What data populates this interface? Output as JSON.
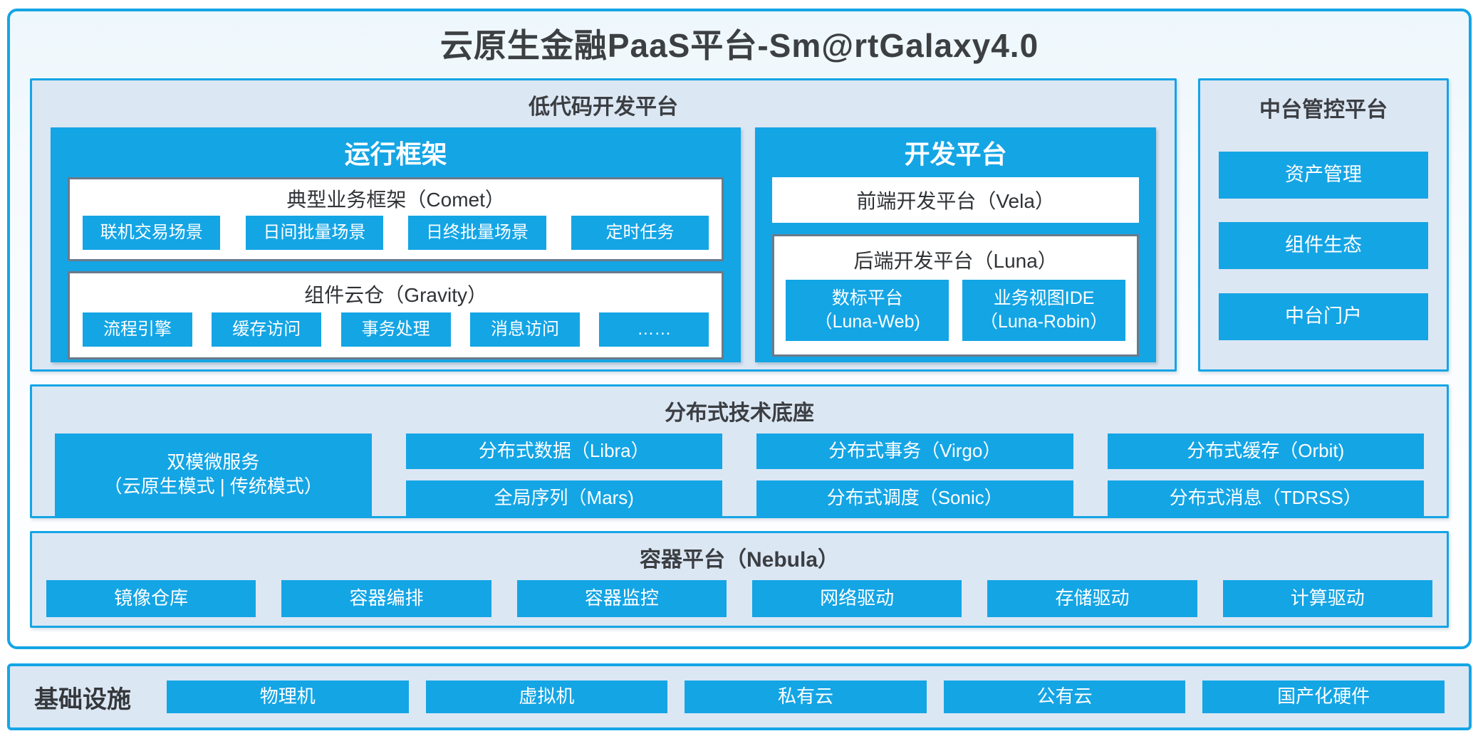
{
  "title": "云原生金融PaaS平台-Sm@rtGalaxy4.0",
  "colors": {
    "accent_blue": "#14a5e5",
    "panel_background": "#dce7f4",
    "white_box_border": "#6b7a8a",
    "dark_text": "#3b3e42"
  },
  "lowcode": {
    "title": "低代码开发平台",
    "runtime": {
      "title": "运行框架",
      "comet": {
        "title": "典型业务框架（Comet）",
        "items": [
          "联机交易场景",
          "日间批量场景",
          "日终批量场景",
          "定时任务"
        ]
      },
      "gravity": {
        "title": "组件云仓（Gravity）",
        "items": [
          "流程引擎",
          "缓存访问",
          "事务处理",
          "消息访问",
          "……"
        ]
      }
    },
    "dev": {
      "title": "开发平台",
      "vela": "前端开发平台（Vela）",
      "luna": {
        "title": "后端开发平台（Luna）",
        "items": [
          {
            "line1": "数标平台",
            "line2": "（Luna-Web)"
          },
          {
            "line1": "业务视图IDE",
            "line2": "（Luna-Robin）"
          }
        ]
      }
    }
  },
  "midplatform": {
    "title": "中台管控平台",
    "items": [
      "资产管理",
      "组件生态",
      "中台门户"
    ]
  },
  "distributed": {
    "title": "分布式技术底座",
    "dual_mode": {
      "line1": "双模微服务",
      "line2": "（云原生模式 | 传统模式）"
    },
    "grid": [
      [
        "分布式数据（Libra）",
        "全局序列（Mars)"
      ],
      [
        "分布式事务（Virgo）",
        "分布式调度（Sonic）"
      ],
      [
        "分布式缓存（Orbit)",
        "分布式消息（TDRSS）"
      ]
    ]
  },
  "container_platform": {
    "title": "容器平台（Nebula）",
    "items": [
      "镜像仓库",
      "容器编排",
      "容器监控",
      "网络驱动",
      "存储驱动",
      "计算驱动"
    ]
  },
  "infrastructure": {
    "title": "基础设施",
    "items": [
      "物理机",
      "虚拟机",
      "私有云",
      "公有云",
      "国产化硬件"
    ]
  }
}
